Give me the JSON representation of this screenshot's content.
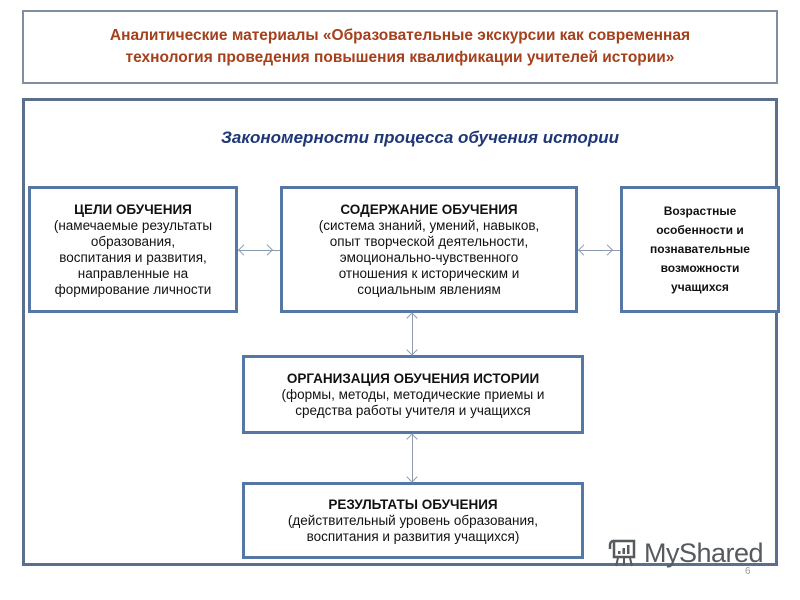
{
  "header": {
    "title_line1": "Аналитические материалы «Образовательные экскурсии как современная",
    "title_line2": "технология проведения повышения квалификации учителей истории»"
  },
  "diagram": {
    "subtitle": "Закономерности процесса обучения истории",
    "nodes": {
      "goals": {
        "heading": "ЦЕЛИ ОБУЧЕНИЯ",
        "body": "(намечаемые  результаты\nобразования,\nвоспитания и развития,\nнаправленные на\nформирование  личности"
      },
      "content": {
        "heading": "СОДЕРЖАНИЕ ОБУЧЕНИЯ",
        "body": "(система знаний, умений, навыков,\nопыт творческой деятельности,\nэмоционально-чувственного\nотношения к историческим и\nсоциальным явлениям"
      },
      "age": {
        "body": "Возрастные\nособенности и\nпознавательные\nвозможности\nучащихся"
      },
      "organization": {
        "heading": "ОРГАНИЗАЦИЯ ОБУЧЕНИЯ ИСТОРИИ",
        "body": "(формы, методы, методические приемы и\nсредства работы учителя и учащихся"
      },
      "results": {
        "heading": "РЕЗУЛЬТАТЫ ОБУЧЕНИЯ",
        "body": "(действительный уровень образования,\nвоспитания и развития учащихся)"
      }
    },
    "connectors": [
      {
        "from": "goals",
        "to": "content",
        "type": "bidirectional"
      },
      {
        "from": "content",
        "to": "age",
        "type": "bidirectional"
      },
      {
        "from": "content",
        "to": "organization",
        "type": "bidirectional"
      },
      {
        "from": "organization",
        "to": "results",
        "type": "bidirectional"
      }
    ],
    "colors": {
      "title": "#a5401c",
      "subtitle": "#1f3677",
      "node_border": "#5577a6",
      "frame_border": "#5b6e8c",
      "connector": "#8c9bb0"
    }
  },
  "footer": {
    "watermark": "MyShared",
    "page_number": "6"
  }
}
